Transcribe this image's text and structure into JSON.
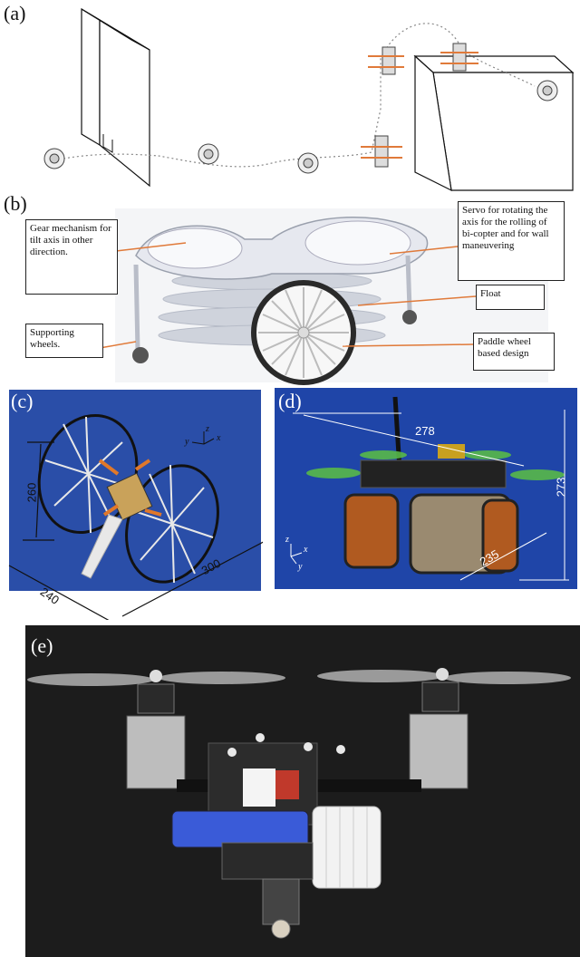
{
  "panels": {
    "a": {
      "label": "(a)"
    },
    "b": {
      "label": "(b)",
      "callouts": {
        "gear": "Gear mechanism for tilt axis in other direction.",
        "servo": "Servo for rotating the axis for the rolling of bi-copter and  for wall maneuvering",
        "float": "Float",
        "wheels": "Supporting wheels.",
        "paddle": "Paddle wheel based design"
      }
    },
    "c": {
      "label": "(c)",
      "dims": {
        "height": "260",
        "width": "300",
        "depth": "240"
      },
      "axes": {
        "z": "z",
        "y": "y",
        "x": "x"
      }
    },
    "d": {
      "label": "(d)",
      "dims": {
        "length": "278",
        "height": "273",
        "depth": "235"
      },
      "axes": {
        "z": "z",
        "x": "x",
        "y": "y"
      }
    },
    "e": {
      "label": "(e)"
    }
  },
  "colors": {
    "photo_blue": "#2a4ea8",
    "photo_dark": "#1c1c1c",
    "callout_line": "#e07a3a",
    "rotor_green": "#58b848",
    "tube_orange": "#e0782a"
  }
}
